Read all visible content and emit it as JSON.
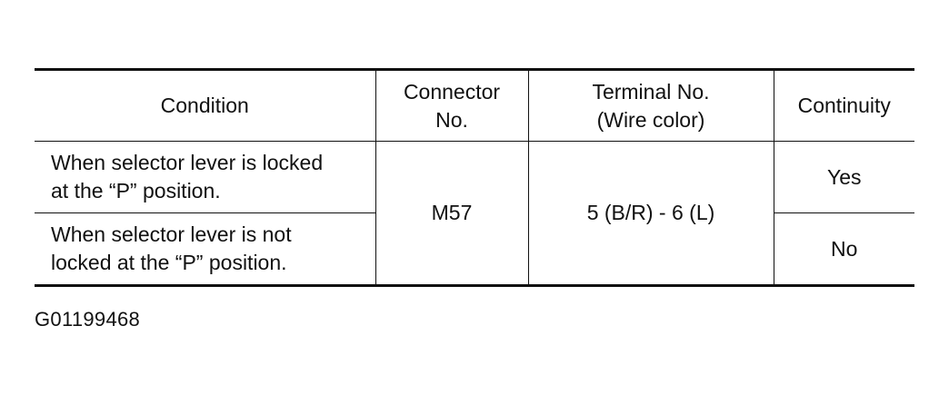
{
  "table": {
    "headers": {
      "condition": "Condition",
      "connector": "Connector\nNo.",
      "terminal": "Terminal No.\n(Wire color)",
      "continuity": "Continuity"
    },
    "rows": [
      {
        "condition": "When selector lever is locked\nat the “P” position.",
        "connector": "M57",
        "terminal": "5 (B/R) - 6 (L)",
        "continuity": "Yes"
      },
      {
        "condition": "When selector lever is not\nlocked at the “P” position.",
        "continuity": "No"
      }
    ]
  },
  "figure_id": "G01199468"
}
